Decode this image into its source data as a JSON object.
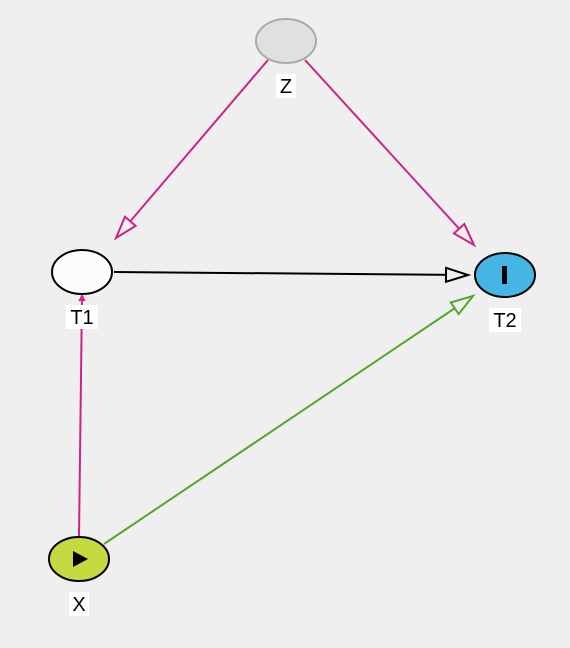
{
  "colors": {
    "background": "#efefef",
    "z_fill": "#e0e0e0",
    "z_stroke": "#aaaaaa",
    "t1_fill": "#fcfcfc",
    "t2_fill": "#45b5e4",
    "x_fill": "#c6d941",
    "node_stroke": "#000000",
    "edge_magenta": "#cc2288",
    "edge_black": "#000000",
    "edge_green": "#4caa2a"
  },
  "nodes": {
    "z": {
      "label": "Z",
      "kind": "latent"
    },
    "t1": {
      "label": "T1",
      "kind": "variable"
    },
    "t2": {
      "label": "T2",
      "kind": "outcome",
      "icon": "outcome-bar-icon"
    },
    "x": {
      "label": "X",
      "kind": "exposure",
      "icon": "play-triangle-icon"
    }
  },
  "edges": [
    {
      "from": "Z",
      "to": "T1",
      "color": "magenta"
    },
    {
      "from": "Z",
      "to": "T2",
      "color": "magenta"
    },
    {
      "from": "T1",
      "to": "T2",
      "color": "black"
    },
    {
      "from": "X",
      "to": "T1",
      "color": "magenta"
    },
    {
      "from": "X",
      "to": "T2",
      "color": "green"
    }
  ]
}
